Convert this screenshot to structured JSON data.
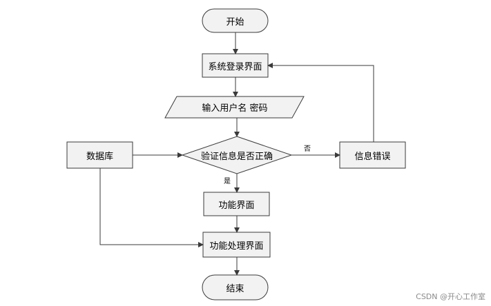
{
  "nodes": {
    "start": "开始",
    "login": "系统登录界面",
    "input": "输入用户名 密码",
    "verify": "验证信息是否正确",
    "error": "信息错误",
    "database": "数据库",
    "function": "功能界面",
    "process": "功能处理界面",
    "end": "结束"
  },
  "edges": {
    "yes": "是",
    "no": "否"
  },
  "watermark": "CSDN @开心工作室",
  "colors": {
    "node_fill": "#f2f2f2",
    "stroke": "#3a3a3a"
  }
}
